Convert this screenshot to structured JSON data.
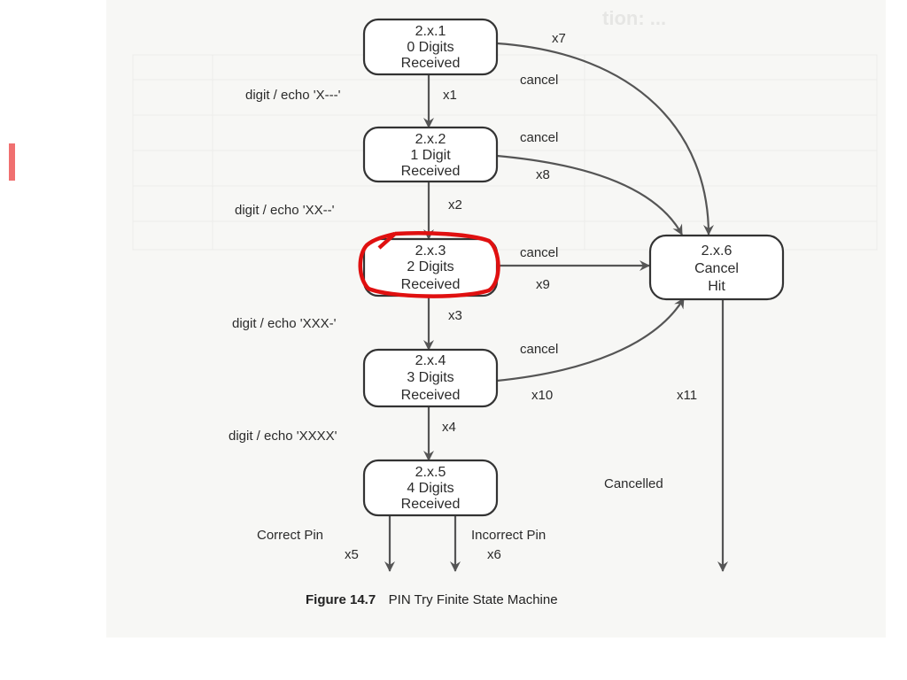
{
  "header_fragment": "tion: ...",
  "states": [
    {
      "id": "2.x.1",
      "line1": "0 Digits",
      "line2": "Received"
    },
    {
      "id": "2.x.2",
      "line1": "1 Digit",
      "line2": "Received"
    },
    {
      "id": "2.x.3",
      "line1": "2 Digits",
      "line2": "Received"
    },
    {
      "id": "2.x.4",
      "line1": "3 Digits",
      "line2": "Received"
    },
    {
      "id": "2.x.5",
      "line1": "4 Digits",
      "line2": "Received"
    },
    {
      "id": "2.x.6",
      "line1": "Cancel",
      "line2": "Hit"
    }
  ],
  "transitions": [
    {
      "event": "digit / echo 'X---'",
      "code": "x1"
    },
    {
      "event": "digit / echo 'XX--'",
      "code": "x2"
    },
    {
      "event": "digit / echo 'XXX-'",
      "code": "x3"
    },
    {
      "event": "digit / echo 'XXXX'",
      "code": "x4"
    },
    {
      "event": "Correct Pin",
      "code": "x5"
    },
    {
      "event": "Incorrect Pin",
      "code": "x6"
    },
    {
      "event": "cancel",
      "code": "x7"
    },
    {
      "event": "cancel",
      "code": "x8"
    },
    {
      "event": "cancel",
      "code": "x9"
    },
    {
      "event": "cancel",
      "code": "x10"
    },
    {
      "event": "Cancelled",
      "code": "x11"
    }
  ],
  "caption": {
    "number": "Figure 14.7",
    "text": "PIN Try Finite State Machine"
  },
  "highlighted_state": "2.x.3",
  "colors": {
    "highlight": "#e01010",
    "ink": "#2b2b2b",
    "edge": "#555555"
  }
}
